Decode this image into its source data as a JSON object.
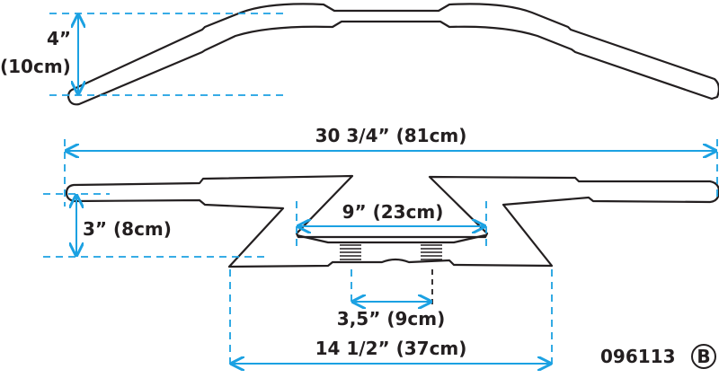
{
  "diagram": {
    "rise": {
      "inch": "4”",
      "cm": "(10cm)"
    },
    "overall_width": "30 3/4” (81cm)",
    "pullback": "3” (8cm)",
    "center_width": "9” (23cm)",
    "clamp_spacing": "3,5” (9cm)",
    "base_width": "14 1/2” (37cm)",
    "part_number": "096113",
    "variant_badge": "B",
    "colors": {
      "dimension": "#1ba1e2",
      "outline": "#231f20"
    }
  }
}
